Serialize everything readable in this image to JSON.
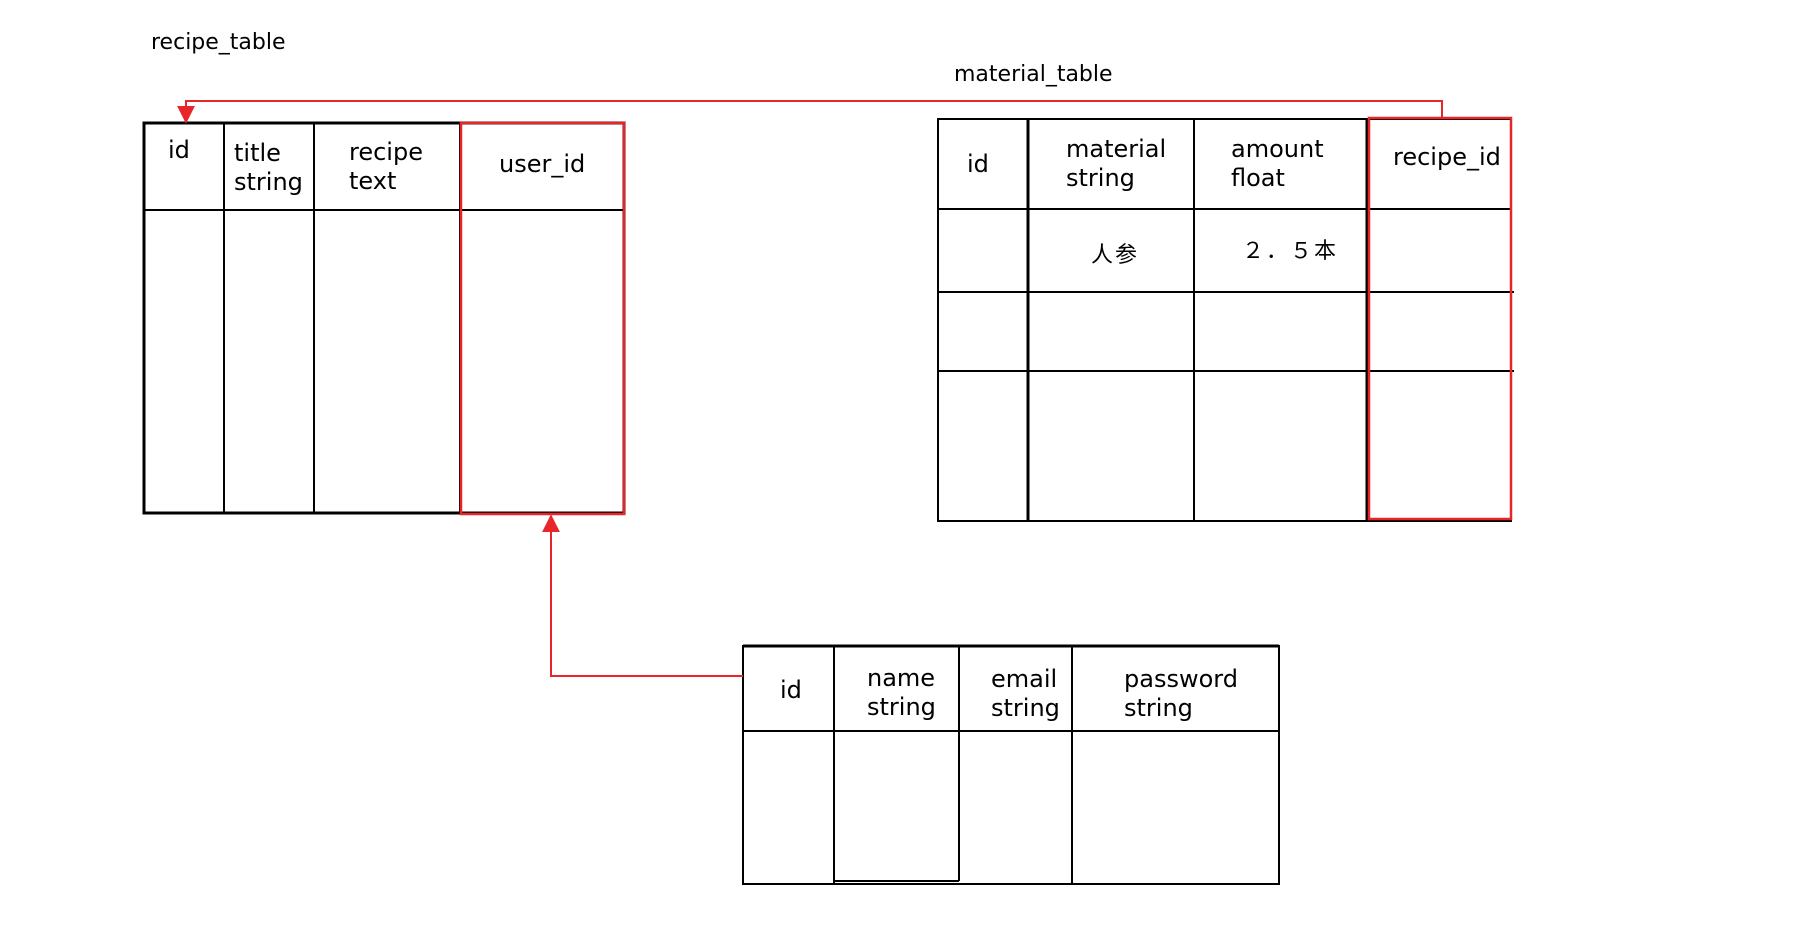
{
  "colors": {
    "line": "#000000",
    "relation": "#e8262a",
    "background": "#ffffff"
  },
  "recipe_table": {
    "title": "recipe_table",
    "columns": [
      {
        "line1": "id",
        "line2": ""
      },
      {
        "line1": "title",
        "line2": "string"
      },
      {
        "line1": "recipe",
        "line2": "text"
      },
      {
        "line1": "user_id",
        "line2": ""
      }
    ]
  },
  "material_table": {
    "title": "material_table",
    "columns": [
      {
        "line1": "id",
        "line2": ""
      },
      {
        "line1": "material",
        "line2": "string"
      },
      {
        "line1": "amount",
        "line2": "float"
      },
      {
        "line1": "recipe_id",
        "line2": ""
      }
    ],
    "rows": [
      {
        "material": "人参",
        "amount": "２．５本"
      }
    ]
  },
  "user_table": {
    "columns": [
      {
        "line1": "id",
        "line2": ""
      },
      {
        "line1": "name",
        "line2": "string"
      },
      {
        "line1": "email",
        "line2": "string"
      },
      {
        "line1": "password",
        "line2": "string"
      }
    ]
  }
}
